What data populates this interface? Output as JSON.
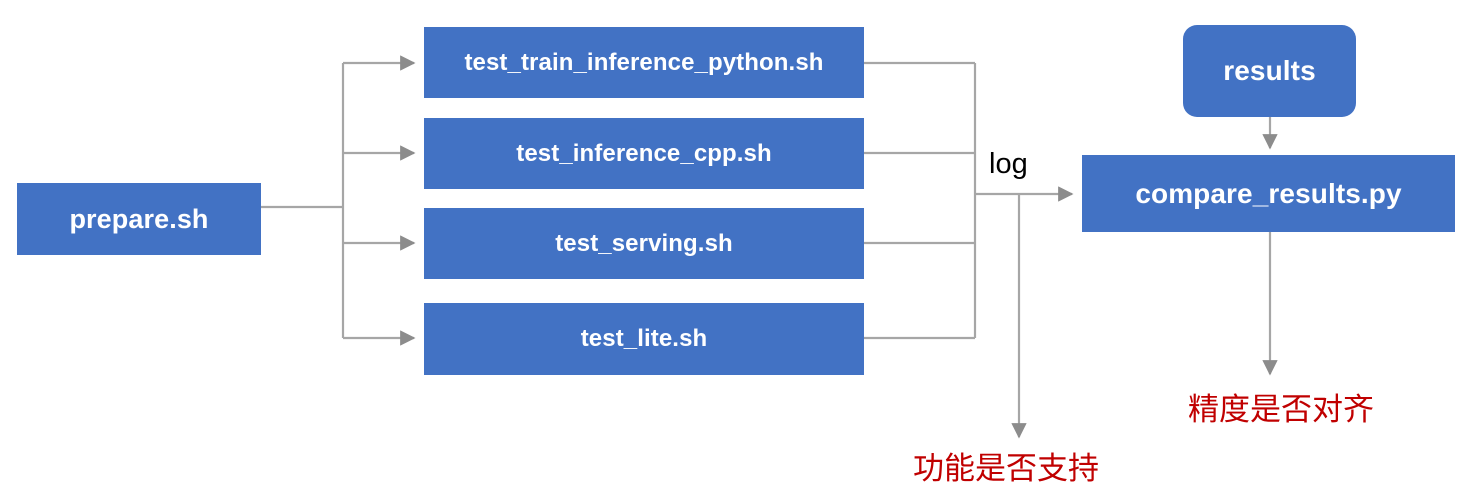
{
  "diagram": {
    "title": "PaddlePaddle TIPC test pipeline flowchart",
    "colors": {
      "node_fill": "#4272c4",
      "node_text": "#ffffff",
      "connector": "#a6a6a6",
      "note_text": "#c00000",
      "background": "#ffffff"
    },
    "nodes": [
      {
        "id": "prepare",
        "label": "prepare.sh",
        "shape": "rect"
      },
      {
        "id": "train_python",
        "label": "test_train_inference_python.sh",
        "shape": "rect"
      },
      {
        "id": "inference_cpp",
        "label": "test_inference_cpp.sh",
        "shape": "rect"
      },
      {
        "id": "serving",
        "label": "test_serving.sh",
        "shape": "rect"
      },
      {
        "id": "lite",
        "label": "test_lite.sh",
        "shape": "rect"
      },
      {
        "id": "results",
        "label": "results",
        "shape": "rounded-rect"
      },
      {
        "id": "compare",
        "label": "compare_results.py",
        "shape": "rect"
      }
    ],
    "edge_labels": [
      {
        "id": "log",
        "label": "log"
      }
    ],
    "notes": [
      {
        "id": "function_support",
        "label": "功能是否支持"
      },
      {
        "id": "precision_align",
        "label": "精度是否对齐"
      }
    ],
    "edges": [
      {
        "from": "prepare",
        "to": "train_python",
        "label": ""
      },
      {
        "from": "prepare",
        "to": "inference_cpp",
        "label": ""
      },
      {
        "from": "prepare",
        "to": "serving",
        "label": ""
      },
      {
        "from": "prepare",
        "to": "lite",
        "label": ""
      },
      {
        "from": "train_python",
        "to": "compare",
        "label": "log"
      },
      {
        "from": "inference_cpp",
        "to": "compare",
        "label": "log"
      },
      {
        "from": "serving",
        "to": "compare",
        "label": "log"
      },
      {
        "from": "lite",
        "to": "compare",
        "label": "log"
      },
      {
        "from": "results",
        "to": "compare",
        "label": ""
      },
      {
        "from": "log_bus",
        "to": "function_support",
        "label": ""
      },
      {
        "from": "compare",
        "to": "precision_align",
        "label": ""
      }
    ]
  }
}
